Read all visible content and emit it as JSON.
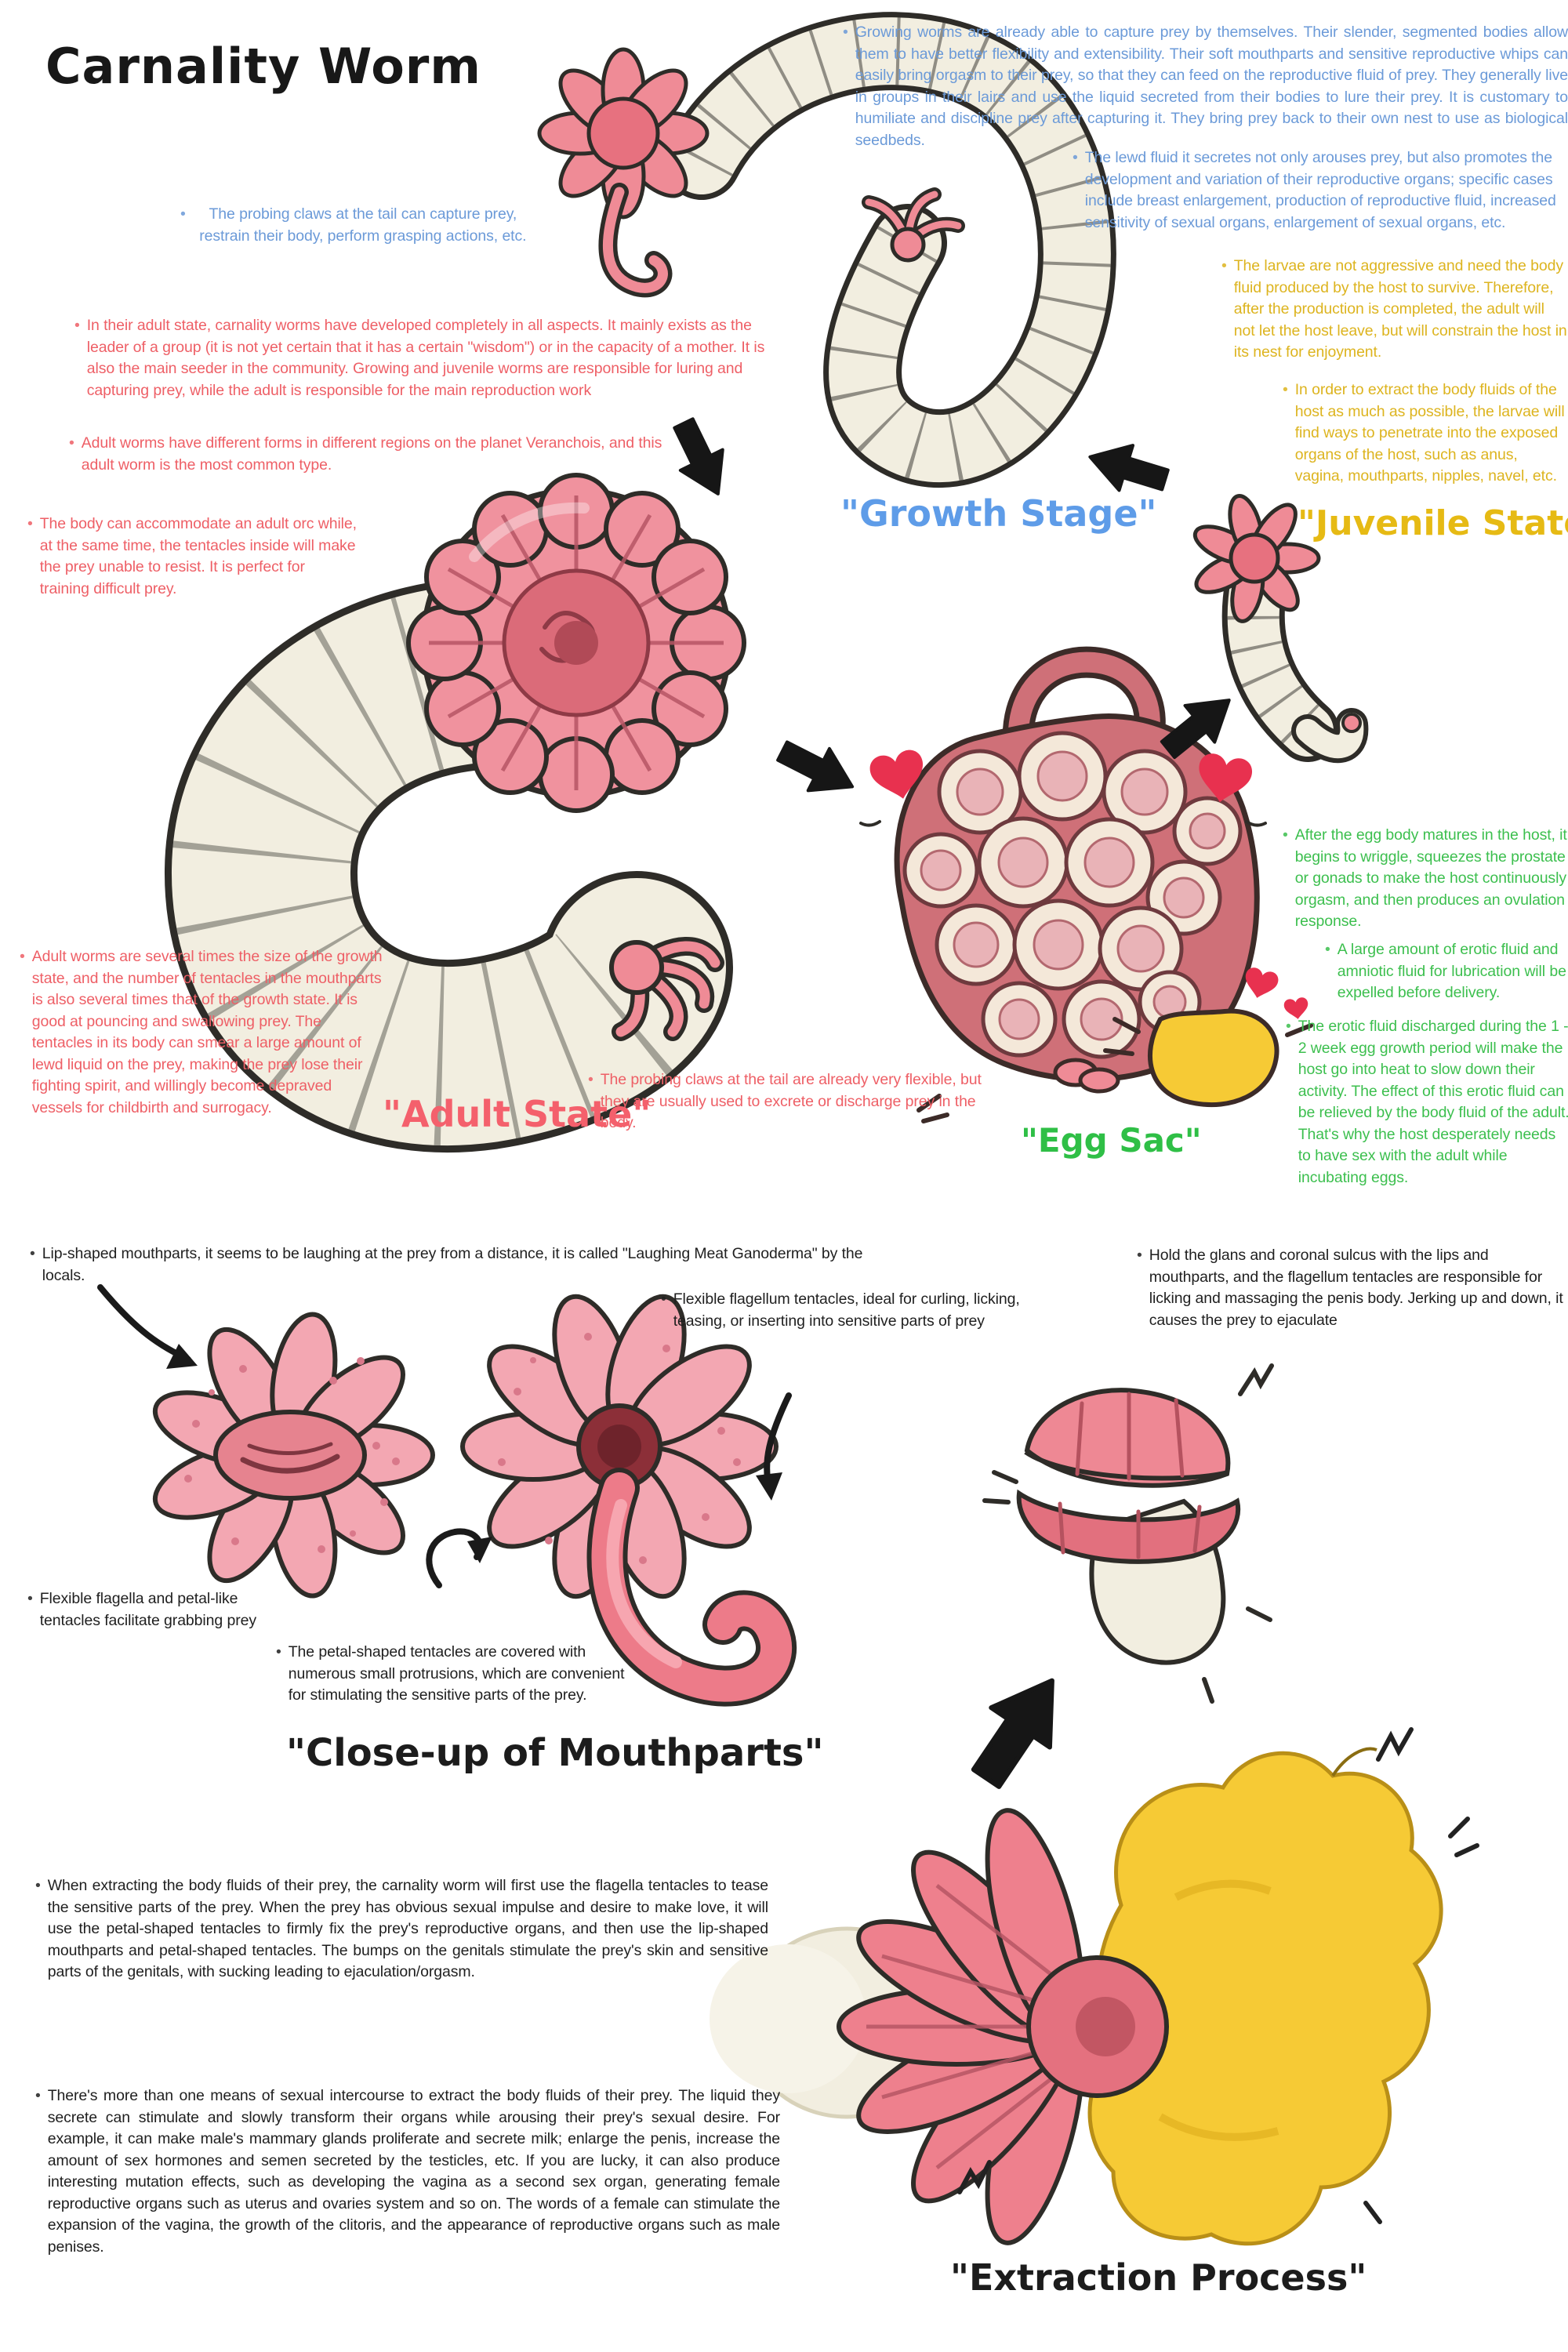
{
  "title": "Carnality Worm",
  "colors": {
    "blue": "#6b9ad8",
    "yellow": "#ddb41f",
    "red": "#ee5f66",
    "green": "#3cbf4e",
    "black": "#1f1f1f",
    "worm_cream": "#f2eee0",
    "worm_pink": "#ef8b96",
    "egg_sac_red": "#cf7078",
    "creature_yellow": "#f6ca35",
    "heart_red": "#e8314f"
  },
  "labels": {
    "growth": "\"Growth Stage\"",
    "juvenile": "\"Juvenile State\"",
    "adult": "\"Adult State\"",
    "egg_sac": "\"Egg Sac\"",
    "closeup": "\"Close-up of Mouthparts\"",
    "extraction": "\"Extraction Process\""
  },
  "notes": {
    "growing": "Growing worms are already able to capture prey by themselves. Their slender, segmented bodies allow them to have better flexibility and extensibility. Their soft mouthparts and sensitive reproductive whips can easily bring orgasm to their prey, so that they can feed on the reproductive fluid of prey. They generally live in groups in their lairs and use the liquid secreted from their bodies to lure their prey. It is customary to humiliate and discipline prey after capturing it. They bring prey back to their own nest to use as biological seedbeds.",
    "lewd_fluid": "The lewd fluid it secretes not only arouses prey, but also promotes the development and variation of their reproductive organs; specific cases include breast enlargement, production of reproductive fluid, increased sensitivity of sexual organs, enlargement of sexual organs, etc.",
    "probing_claws": "The probing claws at the tail can capture prey, restrain their body, perform grasping actions, etc.",
    "adult_overview": "In their adult state, carnality worms have developed completely in all aspects. It mainly exists as the leader of a group (it is not yet certain that it has a certain \"wisdom\") or in the capacity of a mother. It is also the main seeder in the community. Growing and juvenile worms are responsible for luring and capturing prey, while the adult is responsible for the main reproduction work",
    "regional_forms": "Adult worms have different forms in different regions on the planet Veranchois, and this adult worm is the most common type.",
    "body_capacity": "The body can accommodate an adult orc while, at the same time, the tentacles inside will make the prey unable to resist. It is perfect for training difficult prey.",
    "adult_size": "Adult worms are several times the size of the growth state, and the number of tentacles in the mouthparts is also several times that of the growth state. It is good at pouncing and swallowing prey. The tentacles in its body can smear a large amount of lewd liquid on the prey, making the prey lose their fighting spirit, and willingly become depraved vessels for childbirth and surrogacy.",
    "tail_claws": "The probing claws at the tail are already very flexible, but they are usually used to excrete or discharge prey in the body.",
    "larvae": "The larvae are not aggressive and need the body fluid produced by the host to survive. Therefore, after the production is completed, the adult will not let the host leave, but will constrain the host in its nest for enjoyment.",
    "larvae_extract": "In order to extract the body fluids of the host as much as possible, the larvae will find ways to penetrate into the exposed organs of the host, such as anus, vagina, mouthparts, nipples, navel, etc.",
    "egg_matures": "After the egg body matures in the host, it begins to wriggle, squeezes the prostate or gonads to make the host continuously orgasm, and then produces an ovulation response.",
    "fluid_expelled": "A large amount of erotic fluid and amniotic fluid for lubrication will be expelled before delivery.",
    "erotic_fluid": "The erotic fluid discharged during the 1 - 2 week egg growth period will make the host go into heat to slow down their activity. The effect of this erotic fluid can be relieved by the body fluid of the adult. That's why the host desperately needs to have sex with the adult while incubating eggs.",
    "lip_mouthparts": "Lip-shaped mouthparts, it seems to be laughing at the prey from a distance, it is called \"Laughing Meat Ganoderma\" by the locals.",
    "hold_glans": "Hold the glans and coronal sulcus with the lips and mouthparts, and the flagellum tentacles are responsible for licking and massaging the penis body. Jerking up and down, it causes the prey to ejaculate",
    "flagellum_tentacles": "Flexible flagellum tentacles, ideal for curling, licking, teasing, or inserting into sensitive parts of prey",
    "flagella_grab": "Flexible flagella and petal-like tentacles facilitate grabbing prey",
    "petal_tentacles": "The petal-shaped tentacles are covered with numerous small protrusions, which are convenient for stimulating the sensitive parts of the prey.",
    "extraction_method": "When extracting the body fluids of their prey, the carnality worm will first use the flagella tentacles to tease the sensitive parts of the prey. When the prey has obvious sexual impulse and desire to make love, it will use the petal-shaped tentacles to firmly fix the prey's reproductive organs, and then use the lip-shaped mouthparts and petal-shaped tentacles. The bumps on the genitals stimulate the prey's skin and sensitive parts of the genitals, with sucking leading to ejaculation/orgasm.",
    "intercourse_means": "There's more than one means of sexual intercourse to extract the body fluids of their prey. The liquid they secrete can stimulate and slowly transform their organs while arousing their prey's sexual desire. For example, it can make male's mammary glands proliferate and secrete milk; enlarge the penis, increase the amount of sex hormones and semen secreted by the testicles, etc. If you are lucky, it can also produce interesting mutation effects, such as developing the vagina as a second sex organ, generating female reproductive organs such as uterus and ovaries system and so on. The words of a female can stimulate the expansion of the vagina, the growth of the clitoris, and the appearance of reproductive organs such as male penises."
  }
}
